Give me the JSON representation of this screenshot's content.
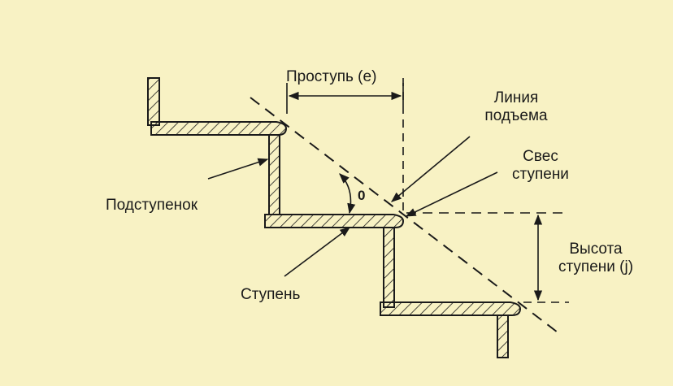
{
  "labels": {
    "tread": "Проступь (e)",
    "rise_line": [
      "Линия",
      "подъема"
    ],
    "nosing": [
      "Свес",
      "ступени"
    ],
    "riser": "Подступенок",
    "step": "Ступень",
    "step_height": [
      "Высота",
      "ступени (j)"
    ],
    "angle": "0"
  },
  "colors": {
    "background": "#f8f2c4",
    "line": "#1a1a1a"
  }
}
